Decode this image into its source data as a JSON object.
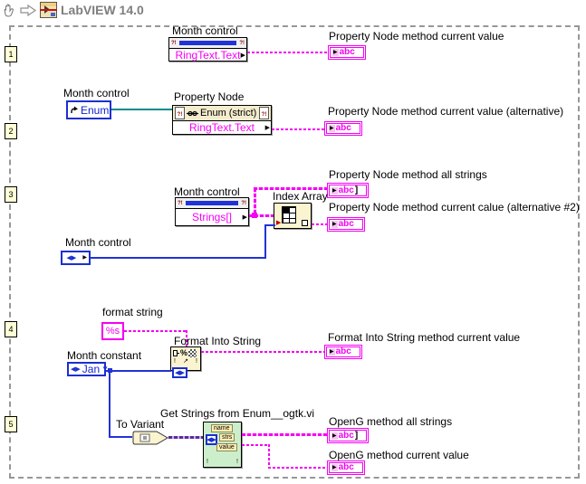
{
  "header": {
    "title": "LabVIEW 14.0"
  },
  "frame_tags": [
    "1",
    "2",
    "3",
    "4",
    "5"
  ],
  "glyphs": {
    "qbang": "?!",
    "bang": "!",
    "ring": "◀▶",
    "dropdown": "▼",
    "arrow": "▶",
    "bracket": "]",
    "abc": "abc",
    "pct": "%",
    "diag": "↗"
  },
  "colors": {
    "string_pink": "#F400F4",
    "wire_blue": "#2133D6",
    "refnum_teal": "#0D8A8A",
    "variant_purple": "#5A2A9D",
    "block_beige": "#FBF4D0",
    "subvi_green": "#CDEECB"
  },
  "s1": {
    "control_label": "Month control",
    "property": "RingText.Text",
    "result_label": "Property Node method current value"
  },
  "s2": {
    "control_label": "Month control",
    "control_text": "Enum",
    "node_title": "Property Node",
    "node_class": "Enum (strict)",
    "property": "RingText.Text",
    "result_label": "Property Node method current value (alternative)"
  },
  "s3": {
    "control_label": "Month control",
    "property": "Strings[]",
    "index_array": "Index Array",
    "all_strings_label": "Property Node method all strings",
    "alt2_label": "Property Node method current calue (alternative #2)",
    "ring_label": "Month control"
  },
  "s4": {
    "format_label": "format string",
    "format_value": "%s",
    "constant_label": "Month constant",
    "constant_value": "Jan",
    "function_label": "Format Into String",
    "result_label": "Format Into String method current value"
  },
  "s5": {
    "to_variant": "To Variant",
    "vi_name": "Get Strings from Enum__ogtk.vi",
    "rows": [
      "name",
      "strs",
      "value"
    ],
    "all_strings_label": "OpenG method all strings",
    "current_value_label": "OpenG method current value"
  }
}
